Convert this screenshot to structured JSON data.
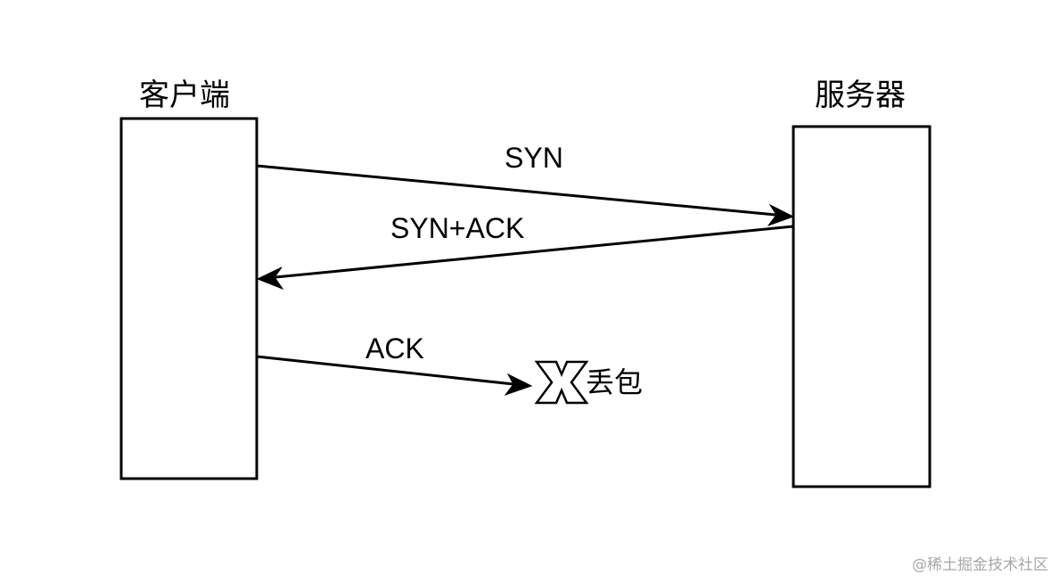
{
  "actors": {
    "client": "客户端",
    "server": "服务器"
  },
  "messages": {
    "syn": "SYN",
    "syn_ack": "SYN+ACK",
    "ack": "ACK"
  },
  "lost": {
    "icon": "x-mark-icon",
    "label": "丢包"
  },
  "watermark": "@稀土掘金技术社区"
}
